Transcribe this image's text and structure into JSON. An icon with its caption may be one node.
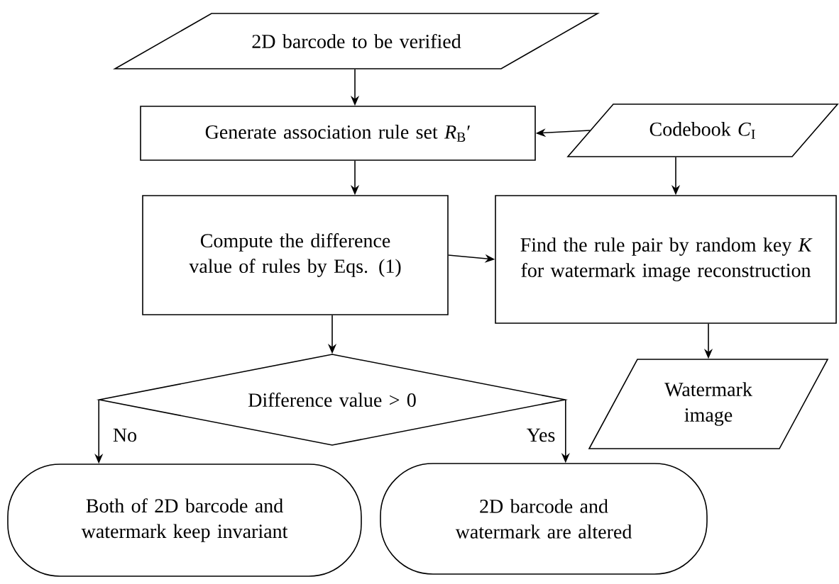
{
  "diagram": {
    "nodes": [
      {
        "text": [
          "2D barcode to be verified"
        ]
      },
      {
        "text": [
          "Generate association rule set *R*$_{B}$′"
        ]
      },
      {
        "text": [
          "Codebook *C*$_{I}$"
        ]
      },
      {
        "text": [
          "Compute the difference value of rules by Eqs. (1)"
        ]
      },
      {
        "text": [
          "Find the rule pair by random key *K* for watermark image reconstruction"
        ]
      },
      {
        "text": [
          "Difference value > 0"
        ]
      },
      {
        "text": [
          "Watermark image"
        ]
      },
      {
        "text": [
          "Both of 2D barcode and watermark keep invariant"
        ]
      },
      {
        "text": [
          "2D barcode and watermark are altered"
        ]
      }
    ],
    "edges": [
      {
        "from": 0,
        "to": 1,
        "arrow": "to"
      },
      {
        "from": 2,
        "to": 1,
        "arrow": "to"
      },
      {
        "from": 1,
        "to": 3,
        "arrow": "to"
      },
      {
        "from": 2,
        "to": 4,
        "arrow": "to"
      },
      {
        "from": 3,
        "to": 4,
        "arrow": "to"
      },
      {
        "from": 3,
        "to": 5,
        "arrow": "to"
      },
      {
        "from": 4,
        "to": 6,
        "arrow": "to"
      },
      {
        "from": 5,
        "to": 7,
        "arrow": "to",
        "label": "No"
      },
      {
        "from": 5,
        "to": 8,
        "arrow": "to",
        "label": "Yes"
      }
    ]
  }
}
